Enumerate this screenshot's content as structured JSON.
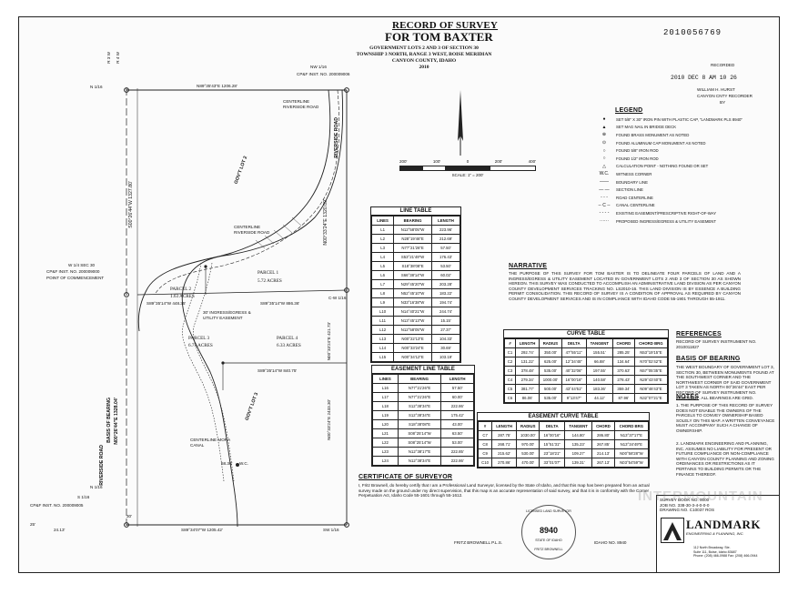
{
  "header": {
    "title_line1": "RECORD OF SURVEY",
    "title_line2": "FOR TOM BAXTER",
    "sub1": "GOVERNMENT LOTS 2 AND 3 OF SECTION 30",
    "sub2": "TOWNSHIP 3 NORTH, RANGE 3 WEST, BOISE MERIDIAN",
    "sub3": "CANYON COUNTY, IDAHO",
    "sub4": "2010"
  },
  "recording": {
    "number": "2010056769",
    "label": "RECORDED",
    "datetime": "2010 DEC  8  AM 10 26",
    "recorder": "WILLIAM H. HURST",
    "office": "CANYON CNTY RECORDER",
    "by": "BY"
  },
  "scale": {
    "ticks": [
      "200'",
      "100'",
      "0",
      "200'",
      "400'"
    ],
    "label": "SCALE: 1\" = 200'"
  },
  "legend": {
    "title": "LEGEND",
    "items": [
      {
        "sym": "●",
        "text": "SET 5/8\" X 30\" IRON PIN WITH PLASTIC CAP, \"LANDMARK PLS 8940\""
      },
      {
        "sym": "▲",
        "text": "SET MAG NAIL IN BRIDGE DECK"
      },
      {
        "sym": "⊕",
        "text": "FOUND BRASS MONUMENT AS NOTED"
      },
      {
        "sym": "⊙",
        "text": "FOUND ALUMINUM CAP MONUMENT AS NOTED"
      },
      {
        "sym": "○",
        "text": "FOUND 5/8\" IRON ROD"
      },
      {
        "sym": "○",
        "text": "FOUND 1/2\" IRON ROD"
      },
      {
        "sym": "△",
        "text": "CALCULATION POINT - NOTHING FOUND OR SET"
      },
      {
        "sym": "W.C.",
        "text": "WITNESS CORNER"
      },
      {
        "sym": "——",
        "text": "BOUNDARY LINE"
      },
      {
        "sym": "— —",
        "text": "SECTION LINE"
      },
      {
        "sym": "- - -",
        "text": "ROAD CENTERLINE"
      },
      {
        "sym": "-- C --",
        "text": "CANAL CENTERLINE"
      },
      {
        "sym": "- - - -",
        "text": "EXISTING EASEMENT/PRESCRIPTIVE RIGHT-OF-WAY"
      },
      {
        "sym": "······",
        "text": "PROPOSED INGRESS/EGRESS & UTILITY EASEMENT"
      }
    ]
  },
  "line_table": {
    "title": "LINE TABLE",
    "headers": [
      "LINES",
      "BEARING",
      "LENGTH"
    ],
    "rows": [
      [
        "L1",
        "N12°58'05\"W",
        "223.96'"
      ],
      [
        "L2",
        "N28°19'46\"E",
        "212.69'"
      ],
      [
        "L3",
        "N77°21'26\"E",
        "57.50'"
      ],
      [
        "L4",
        "S53°21'49\"W",
        "176.43'"
      ],
      [
        "L5",
        "S18°38'08\"E",
        "53.50'"
      ],
      [
        "L6",
        "S66°38'14\"W",
        "60.02'"
      ],
      [
        "L7",
        "N29°45'20\"W",
        "203.28'"
      ],
      [
        "L8",
        "N52°45'10\"W",
        "183.22'"
      ],
      [
        "L9",
        "N33°16'38\"W",
        "194.74'"
      ],
      [
        "L10",
        "N14°40'21\"W",
        "244.74'"
      ],
      [
        "L11",
        "N13°45'13\"W",
        "15.15'"
      ],
      [
        "L12",
        "N12°58'05\"W",
        "27.37'"
      ],
      [
        "L13",
        "N00°22'13\"E",
        "104.33'"
      ],
      [
        "L14",
        "N00°33'24\"E",
        "30.69'"
      ],
      [
        "L15",
        "N00°34'12\"E",
        "103.19'"
      ]
    ]
  },
  "easement_line_table": {
    "title": "EASEMENT LINE TABLE",
    "headers": [
      "LINES",
      "BEARING",
      "LENGTH"
    ],
    "rows": [
      [
        "L16",
        "N77°21'26\"E",
        "57.50'"
      ],
      [
        "L17",
        "N77°21'26\"E",
        "60.00'"
      ],
      [
        "L18",
        "S12°38'34\"E",
        "222.86'"
      ],
      [
        "L19",
        "S12°38'34\"E",
        "175.42'"
      ],
      [
        "L20",
        "S18°38'08\"E",
        "43.00'"
      ],
      [
        "L21",
        "S08°25'14\"W",
        "63.50'"
      ],
      [
        "L22",
        "S08°25'14\"W",
        "53.00'"
      ],
      [
        "L23",
        "N12°38'17\"E",
        "222.85'"
      ],
      [
        "L24",
        "N12°38'34\"E",
        "222.86'"
      ]
    ]
  },
  "curve_table": {
    "title": "CURVE TABLE",
    "headers": [
      "#",
      "LENGTH",
      "RADIUS",
      "DELTA",
      "TANGENT",
      "CHORD",
      "CHORD BRG"
    ],
    "rows": [
      [
        "C1",
        "292.74'",
        "350.00'",
        "47°55'11\"",
        "155.51'",
        "285.25'",
        "N53°19'15\"E"
      ],
      [
        "C2",
        "131.22'",
        "625.00'",
        "12°34'45\"",
        "66.88'",
        "134.64'",
        "N70°02'42\"E"
      ],
      [
        "C3",
        "378.48'",
        "535.00'",
        "40°32'06\"",
        "197.55'",
        "370.63'",
        "N57°05'35\"E"
      ],
      [
        "C4",
        "279.34'",
        "1000.00'",
        "16°00'16\"",
        "140.58'",
        "278.43'",
        "N29°43'40\"E"
      ],
      [
        "C5",
        "381.77'",
        "500.00'",
        "43°44'51\"",
        "183.36'",
        "359.34'",
        "N09°48'43\"E"
      ],
      [
        "C6",
        "86.06'",
        "535.00'",
        "9°13'47\"",
        "44.12'",
        "87.96'",
        "N32°07'21\"E"
      ]
    ]
  },
  "easement_curve_table": {
    "title": "EASEMENT CURVE TABLE",
    "headers": [
      "#",
      "LENGTH",
      "RADIUS",
      "DELTA",
      "TANGENT",
      "CHORD",
      "CHORD BRG"
    ],
    "rows": [
      [
        "C7",
        "287.75'",
        "1030.00'",
        "16°00'16\"",
        "144.80'",
        "286.80'",
        "N13°37'17\"E"
      ],
      [
        "C8",
        "268.71'",
        "970.00'",
        "15°51'31\"",
        "135.23'",
        "267.85'",
        "N13°34'49\"E"
      ],
      [
        "C9",
        "215.62'",
        "530.00'",
        "23°18'21\"",
        "109.27'",
        "214.13'",
        "N00°58'28\"W"
      ],
      [
        "C10",
        "270.86'",
        "470.00'",
        "33°01'07\"",
        "139.31'",
        "267.13'",
        "N03°54'59\"W"
      ]
    ]
  },
  "narrative": {
    "title": "NARRATIVE",
    "text": "THE PURPOSE OF THIS SURVEY FOR TOM BAXTER IS TO DELINEATE FOUR PARCELS OF LAND AND A INGRESS/EGRESS & UTILITY EASEMENT LOCATED IN GOVERNMENT LOTS 2 AND 3 OF SECTION 30 AS SHOWN HEREON. THIS SURVEY WAS CONDUCTED TO ACCOMPLISH AN ADMINISTRATIVE LAND DIVISION AS PER CANYON COUNTY DEVELOPMENT SERVICES TRACKING NO. LS2010-16. THIS LAND DIVISION IS BY ESSENCE A BUILDING PERMIT CONSOLIDATION. THIS RECORD OF SURVEY IS A CONDITION OF APPROVAL AS REQUIRED BY CANYON COUNTY DEVELOPMENT SERVICES AND IS IN COMPLIANCE WITH IDAHO CODE 55-1901 THROUGH 55-1911."
  },
  "references": {
    "title": "REFERENCES",
    "text": "RECORD OF SURVEY INSTRUMENT NO. 2010011827"
  },
  "basis_of_bearing": {
    "title": "BASIS OF BEARING",
    "text": "THE WEST BOUNDARY OF GOVERNMENT LOT 3, SECTION 30, BETWEEN MONUMENTS FOUND AT THE SOUTHWEST CORNER AND THE NORTHWEST CORNER OF SAID GOVERNMENT LOT 3 TAKEN AS NORTH 00°26'44\" EAST PER RECORD OF SURVEY INSTRUMENT NO. 2010011827. ALL BEARINGS ARE GRID."
  },
  "notes": {
    "title": "NOTES",
    "items": [
      "1. THE PURPOSE OF THIS RECORD OF SURVEY DOES NOT ENABLE THE OWNERS OF THE PARCELS TO CONVEY OWNERSHIP BASED SOLELY ON THIS MAP. A WRITTEN CONVEYANCE MUST ACCOMPANY SUCH A CHANGE OF OWNERSHIP.",
      "2. LANDMARK ENGINEERING AND PLANNING, INC. ASSUMES NO LIABILITY FOR PRESENT OR FUTURE COMPLIANCE OR NON-COMPLIANCE WITH CANYON COUNTY PLANNING AND ZONING ORDINANCES OR RESTRICTIONS AS IT PERTAINS TO BUILDING PERMITS OR THE FINANCE THEREOF."
    ]
  },
  "certificate": {
    "title": "CERTIFICATE OF SURVEYOR",
    "text": "I, Fritz Brownell, do hereby certify that I am a Professional Land Surveyor, licensed by the State of Idaho, and that this map has been prepared from an actual survey made on the ground under my direct supervision, that this map is an accurate representation of said survey, and that it is in conformity with the Corner Perpetuation Act, Idaho Code 55-1601 through 55-1612.",
    "signer": "FRITZ BROWNELL P.L.S.",
    "license": "IDAHO NO. 8940",
    "stamp_top": "LICENSED LAND SURVEYOR",
    "stamp_num": "8940",
    "stamp_bottom": "FRITZ BROWNELL",
    "stamp_state": "STATE OF IDAHO"
  },
  "title_block": {
    "survey_book": "SURVEY BOOK NO. 0000",
    "job": "JOB NO. 338-30-3-4-0-0-0",
    "drawing": "DRAWING NO. C10037 ROS",
    "company": "LANDMARK",
    "company_sub": "ENGINEERING & PLANNING, INC.",
    "address1": "112 North Broadway, Ste.",
    "address2": "Suite 111, Boise, Idaho 83687",
    "phone": "Phone: (208) 466-0988  Fax: (208) 466-0944"
  },
  "watermark": "INTERMOUNTAIN",
  "map": {
    "road_left_top": "R 3 W",
    "road_left_top2": "R 4 W",
    "n16_top": "N 1/16",
    "nw16": "NW 1/16",
    "cpf_top": "CP&F INST. NO. 200009006",
    "bearing_top": "N89°35'43\"E 1206.28'",
    "centerline_top": "CENTERLINE RIVERSIDE ROAD",
    "riverside_road": "RIVERSIDE ROAD",
    "govt_lot2": "GOV'T LOT 2",
    "govt_lot3": "GOV'T LOT 3",
    "parcel1": "PARCEL 1",
    "parcel1_acres": "5.72 ACRES",
    "parcel2": "PARCEL 2",
    "parcel2_acres": "1.63 ACRES",
    "parcel3": "PARCEL 3",
    "parcel3_acres": "6.75 ACRES",
    "parcel4": "PARCEL 4",
    "parcel4_acres": "6.33 ACRES",
    "w14": "W 1/4 SEC 30",
    "cpf_w": "CP&F INST. NO. 200009000",
    "poc": "POINT OF COMMENCEMENT",
    "cw16": "C-W 1/16",
    "s1": "S89°35'14\"W 448.35'",
    "s2": "S89°35'14\"W 886.36'",
    "s3": "S89°35'14\"W 840.75'",
    "e_right": "N00°33'24\"E 1320.09'",
    "e_right2": "N00°33'24\"E 2433.30'",
    "e_right3": "N00°33'24\"E 421.73'",
    "west_line": "S00°26'44\"W 1327.80'",
    "basis_lbl": "N00°26'44\"E 1328.04'",
    "basis_lbl2": "BASIS OF BEARING",
    "canal": "CENTERLINE MORA CANAL",
    "centerline_riv": "CENTERLINE RIVERSIDE ROAD",
    "s16": "S 1/16",
    "sw16": "SW 1/16",
    "bottom": "S89°34'07\"W 1205.42'",
    "cpf_bottom": "CP&F INST. NO. 200009005",
    "easement_lbl": "30' INGRESS/EGRESS & UTILITY EASEMENT",
    "wc": "W.C.",
    "wc_dist": "58.36'",
    "small30": "30'",
    "small25": "25'",
    "small2413": "24.13'",
    "n16_bot": "N 1/16"
  }
}
